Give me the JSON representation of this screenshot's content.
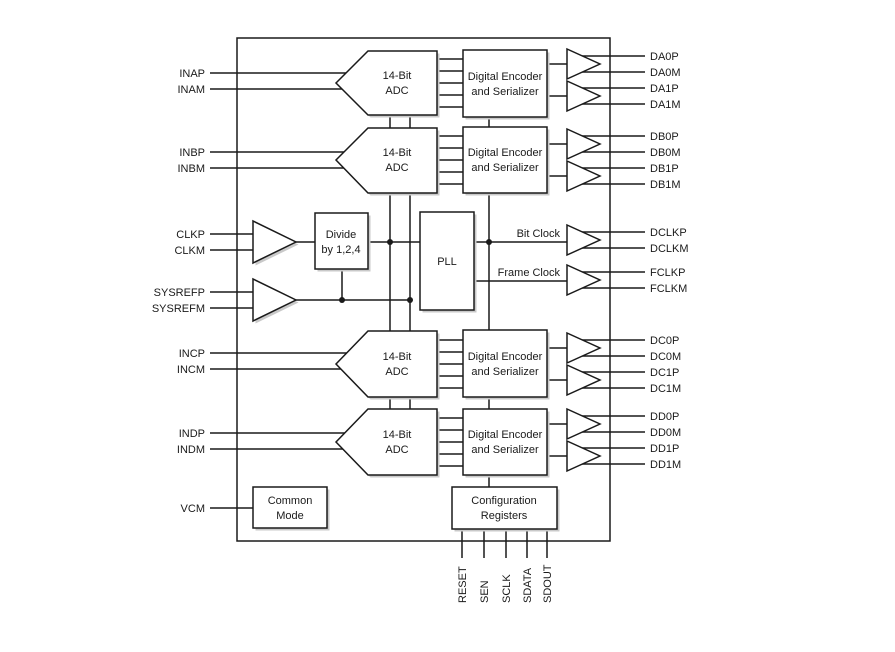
{
  "diagram_type": "functional-block-diagram",
  "left_pins": [
    "INAP",
    "INAM",
    "INBP",
    "INBM",
    "CLKP",
    "CLKM",
    "SYSREFP",
    "SYSREFM",
    "INCP",
    "INCM",
    "INDP",
    "INDM",
    "VCM"
  ],
  "right_pins": [
    "DA0P",
    "DA0M",
    "DA1P",
    "DA1M",
    "DB0P",
    "DB0M",
    "DB1P",
    "DB1M",
    "DCLKP",
    "DCLKM",
    "FCLKP",
    "FCLKM",
    "DC0P",
    "DC0M",
    "DC1P",
    "DC1M",
    "DD0P",
    "DD0M",
    "DD1P",
    "DD1M"
  ],
  "bottom_pins": [
    "RESET",
    "SEN",
    "SCLK",
    "SDATA",
    "SDOUT"
  ],
  "blocks": {
    "adc": {
      "line1": "14-Bit",
      "line2": "ADC"
    },
    "serializer": {
      "line1": "Digital Encoder",
      "line2": "and Serializer"
    },
    "divider": {
      "line1": "Divide",
      "line2": "by 1,2,4"
    },
    "pll": {
      "label": "PLL"
    },
    "common_mode": {
      "line1": "Common",
      "line2": "Mode"
    },
    "config_registers": {
      "line1": "Configuration",
      "line2": "Registers"
    }
  },
  "clock_signals": {
    "bit": "Bit Clock",
    "frame": "Frame Clock"
  },
  "colors": {
    "line": "#1a1a1a",
    "text": "#1a1a1a",
    "shadow": "#c9c9c9",
    "block_fill": "#ffffff",
    "background": "#ffffff"
  }
}
